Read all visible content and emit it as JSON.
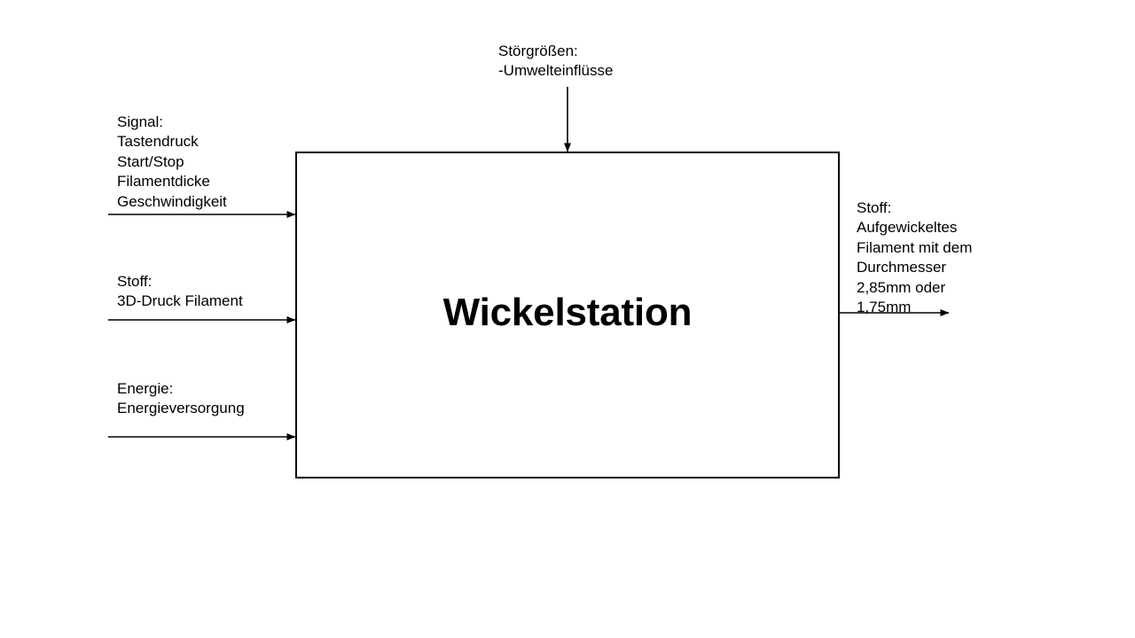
{
  "diagram": {
    "type": "black-box-diagram",
    "title": "Wickelstation",
    "stroke_color": "#000000",
    "background_color": "#ffffff",
    "block": {
      "label": "Wickelstation"
    },
    "disturbance": {
      "label": "Störgrößen:\n-Umwelteinflüsse",
      "arrow_direction": "down"
    },
    "inputs": [
      {
        "id": "signal",
        "label": "Signal:\nTastendruck\nStart/Stop\nFilamentdicke\nGeschwindigkeit",
        "arrow_direction": "right"
      },
      {
        "id": "material-in",
        "label": "Stoff:\n3D-Druck Filament",
        "arrow_direction": "right"
      },
      {
        "id": "energy",
        "label": "Energie:\nEnergieversorgung",
        "arrow_direction": "right"
      }
    ],
    "outputs": [
      {
        "id": "material-out",
        "label": "Stoff:\nAufgewickeltes\nFilament mit dem\nDurchmesser\n2,85mm oder\n1,75mm",
        "arrow_direction": "right"
      }
    ]
  }
}
